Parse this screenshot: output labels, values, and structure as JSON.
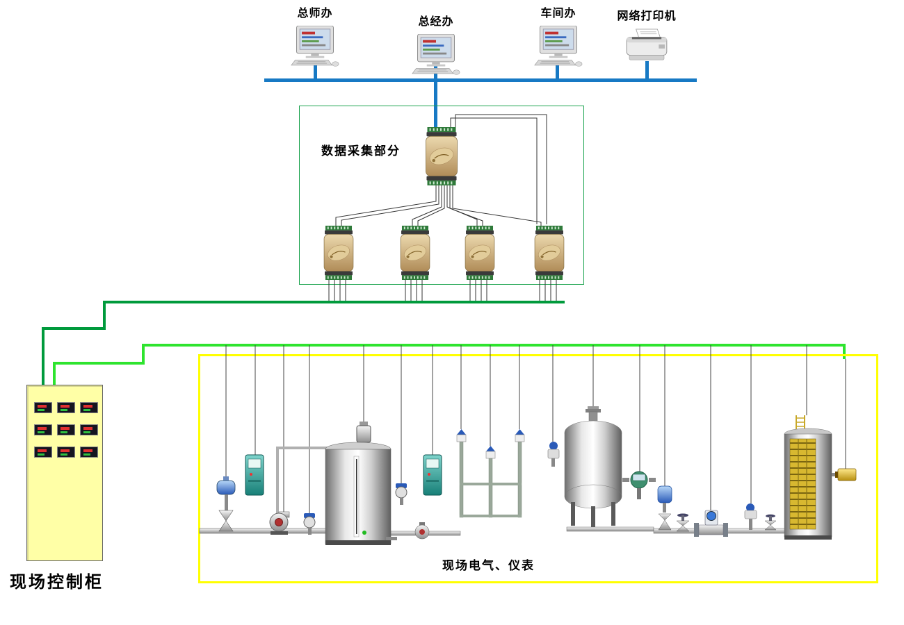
{
  "top_network": {
    "devices": [
      {
        "label": "总师办",
        "type": "workstation"
      },
      {
        "label": "总经办",
        "type": "workstation"
      },
      {
        "label": "车间办",
        "type": "workstation"
      },
      {
        "label": "网络打印机",
        "type": "printer"
      }
    ]
  },
  "daq": {
    "label": "数据采集部分",
    "main_modules": 1,
    "sub_modules": 4
  },
  "cabinet": {
    "label": "现场控制柜",
    "instrument_count": 9,
    "instrument_rows": 3,
    "instrument_cols": 3
  },
  "field": {
    "label": "现场电气、仪表"
  },
  "icons": {
    "workstation": "desktop-computer",
    "printer": "network-printer",
    "daq_module": "io-module",
    "cabinet_instrument": "panel-meter"
  },
  "colors": {
    "ethernet_bus": "#1779c4",
    "daq_border": "#18a24c",
    "plant_bus": "#009a3c",
    "field_bus": "#2ee42e",
    "field_yellow": "#ffff00",
    "cabinet_fill": "#ffffa6"
  }
}
